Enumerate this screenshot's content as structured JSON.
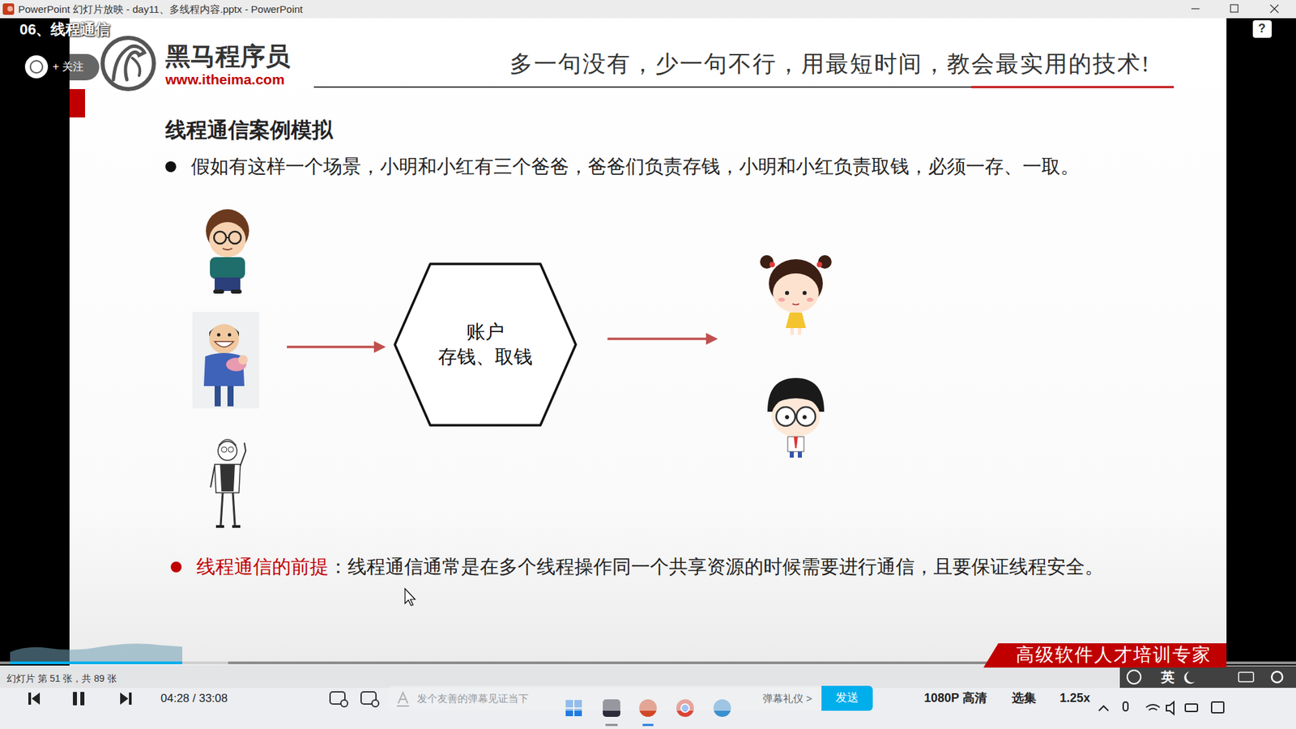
{
  "diagram": {
    "title": "线程通信案例模拟",
    "nodes": [
      {
        "text": [
          "账户",
          "存钱、取钱"
        ]
      },
      {
        "text": [
          "高级软件人才培训专家"
        ]
      },
      {
        "text": [
          "发个友善的弹幕见证当下",
          "弹幕礼仪 >"
        ]
      },
      {
        "text": [
          "发送"
        ]
      }
    ],
    "labels": [
      "PowerPoint 幻灯片放映 - day11、多线程内容.pptx - PowerPoint",
      "06、线程通信",
      "+ 关注",
      "黑马程序员",
      "www.itheima.com",
      "多一句没有，少一句不行，用最短时间，教会最实用的技术!",
      "假如有这样一个场景，小明和小红有三个爸爸，爸爸们负责存钱，小明和小红负责取钱，必须一存、一取。",
      "线程通信的前提",
      "：线程通信通常是在多个线程操作同一个共享资源的时候需要进行通信，且要保证线程安全。",
      "幻灯片 第 51 张，共 89 张",
      "04:28 / 33:08",
      "1080P 高清",
      "选集",
      "1.25x",
      "英",
      "?"
    ]
  }
}
